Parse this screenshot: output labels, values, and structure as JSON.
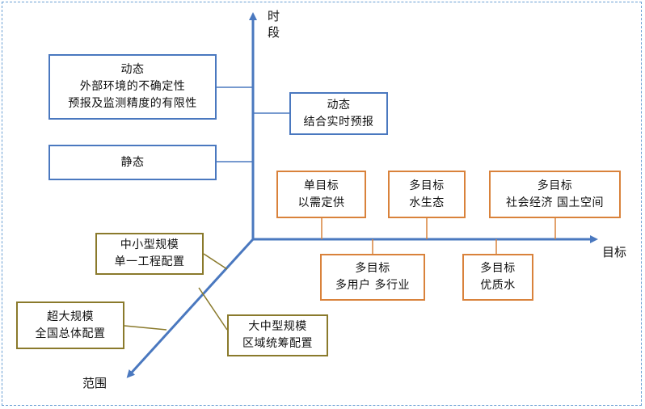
{
  "axes": {
    "time_label": [
      "时",
      "段"
    ],
    "goal_label": "目标",
    "scope_label": "范围"
  },
  "time_boxes": {
    "dynamic_uncertain": [
      "动态",
      "外部环境的不确定性",
      "预报及监测精度的有限性"
    ],
    "dynamic_forecast": [
      "动态",
      "结合实时预报"
    ],
    "static": "静态"
  },
  "goal_boxes": {
    "single_goal": [
      "单目标",
      "以需定供"
    ],
    "multi_water_ecology": [
      "多目标",
      "水生态"
    ],
    "multi_socioeconomic": [
      "多目标",
      "社会经济 国土空间"
    ],
    "multi_users_industries": [
      "多目标",
      "多用户 多行业"
    ],
    "multi_quality_water": [
      "多目标",
      "优质水"
    ]
  },
  "scope_boxes": {
    "small_medium": [
      "中小型规模",
      "单一工程配置"
    ],
    "extra_large": [
      "超大规模",
      "全国总体配置"
    ],
    "large_medium": [
      "大中型规模",
      "区域统筹配置"
    ]
  },
  "colors": {
    "axis": "#4a78bf",
    "time_border": "#4a78bf",
    "goal_border": "#d9823b",
    "scope_border": "#8a7a2c",
    "frame": "#6a9fd4"
  }
}
